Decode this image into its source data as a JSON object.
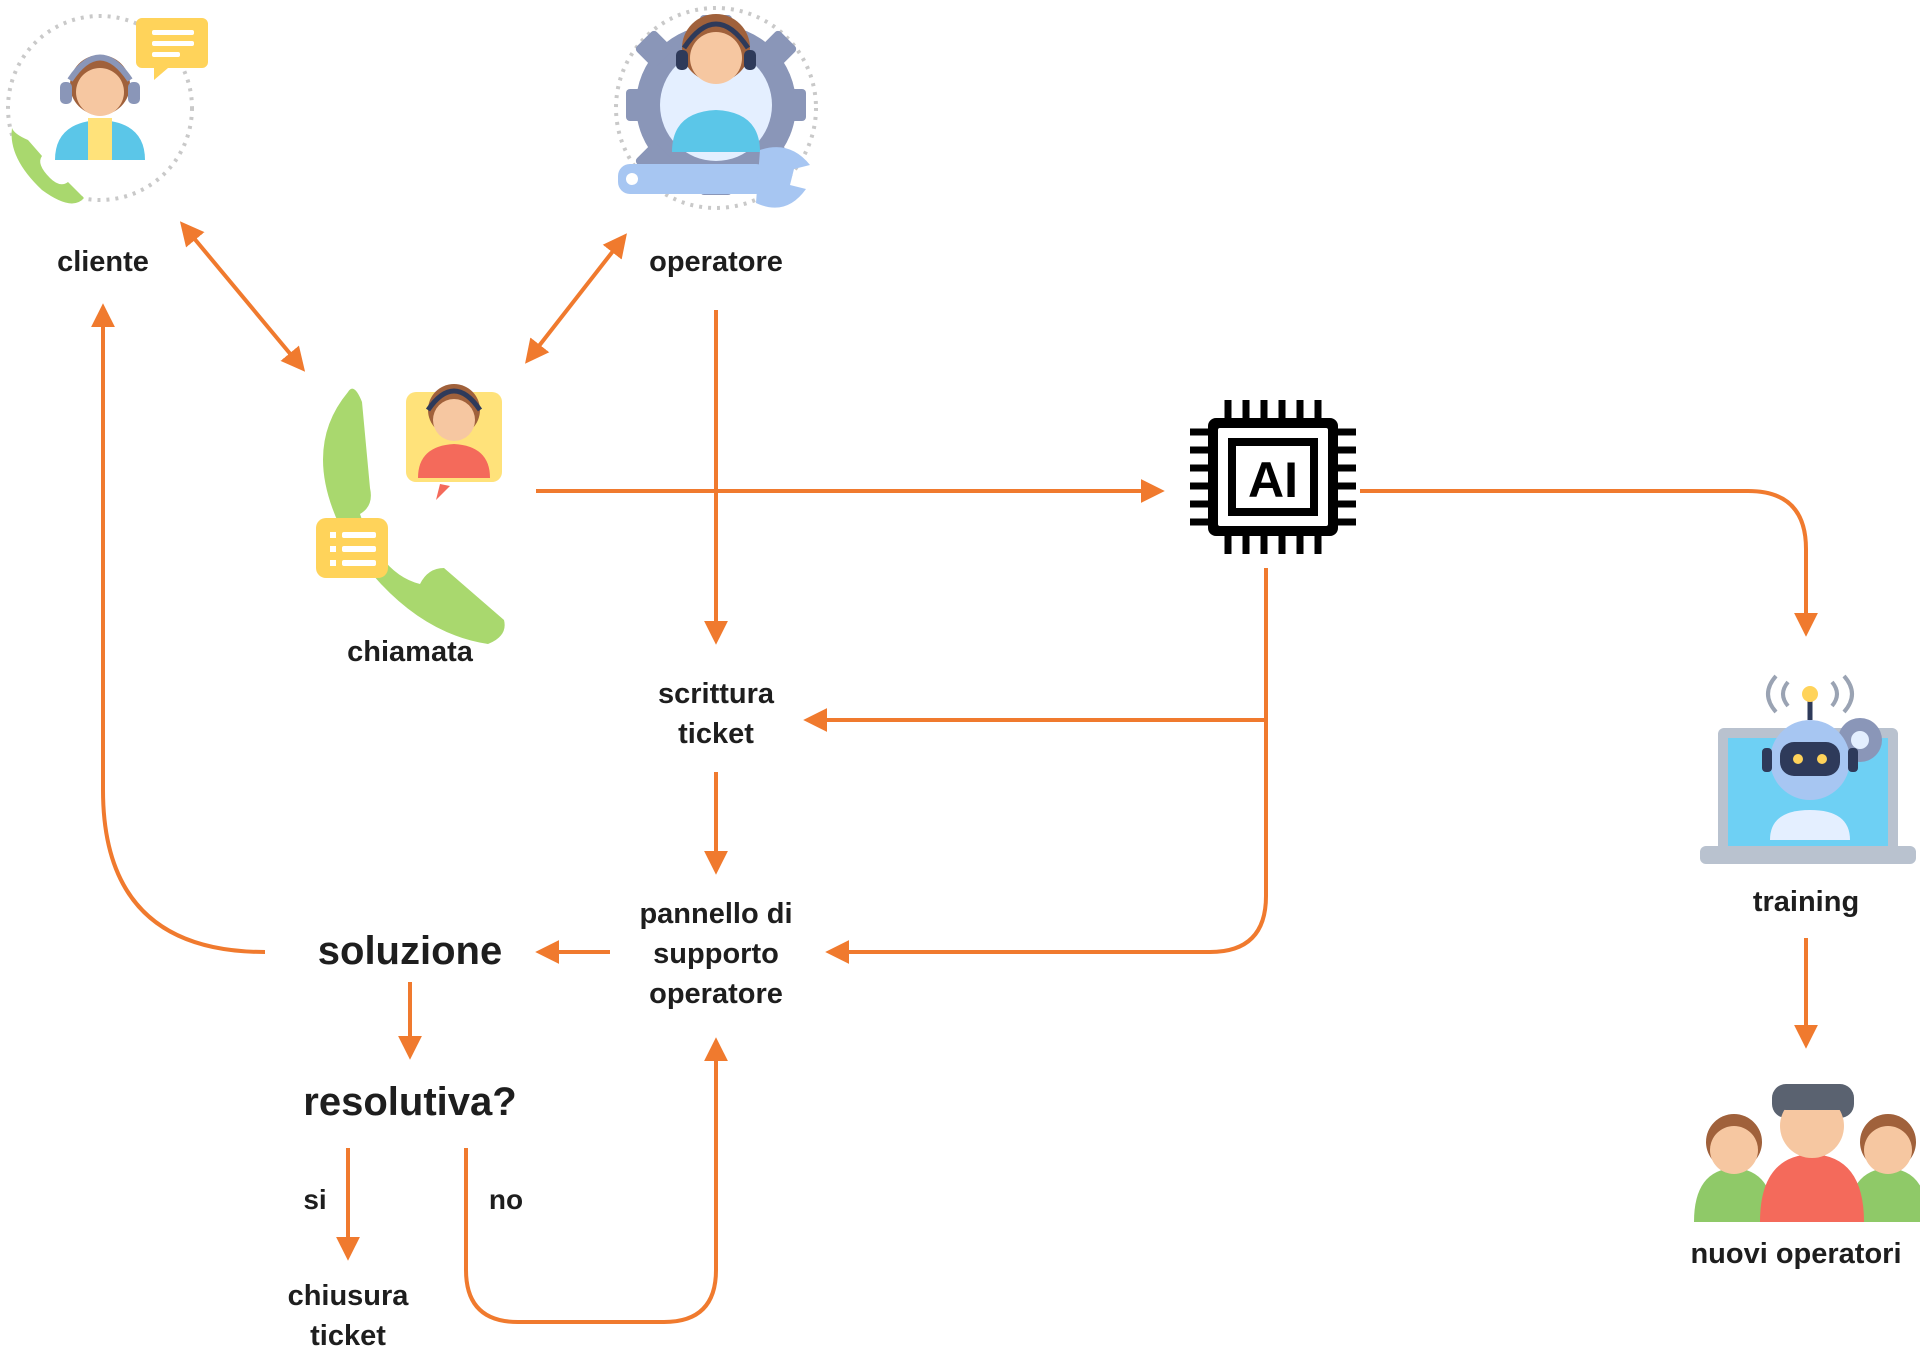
{
  "colors": {
    "arrow": "#f07a2e",
    "text": "#1e1e1e",
    "chip": "#000000",
    "phone_green": "#a9d86e",
    "speech_yellow": "#ffd35a",
    "shirt_blue": "#5bc6e8",
    "shirt_red": "#f46a5b",
    "shirt_green": "#8fc968",
    "gear_gray": "#8a96b8",
    "wrench_blue": "#a7c6f2",
    "skin": "#f6c7a1",
    "hair": "#a0613b",
    "screen_blue": "#6ed0f4",
    "robot_dark": "#2e3a5a"
  },
  "icons": {
    "cliente": "customer-headset-phone-icon",
    "operatore": "operator-gear-wrench-icon",
    "chiamata": "phone-call-agent-icon",
    "ai": "ai-chip-icon",
    "training": "robot-laptop-icon",
    "nuovi_operatori": "team-people-icon"
  },
  "nodes": {
    "cliente": "cliente",
    "operatore": "operatore",
    "chiamata": "chiamata",
    "ai_chip_text": "AI",
    "scrittura_ticket": [
      "scrittura",
      "ticket"
    ],
    "pannello": [
      "pannello di",
      "supporto",
      "operatore"
    ],
    "soluzione": "soluzione",
    "resolutiva": "resolutiva?",
    "si": "si",
    "no": "no",
    "chiusura_ticket": [
      "chiusura",
      "ticket"
    ],
    "training": "training",
    "nuovi_operatori": "nuovi operatori"
  }
}
